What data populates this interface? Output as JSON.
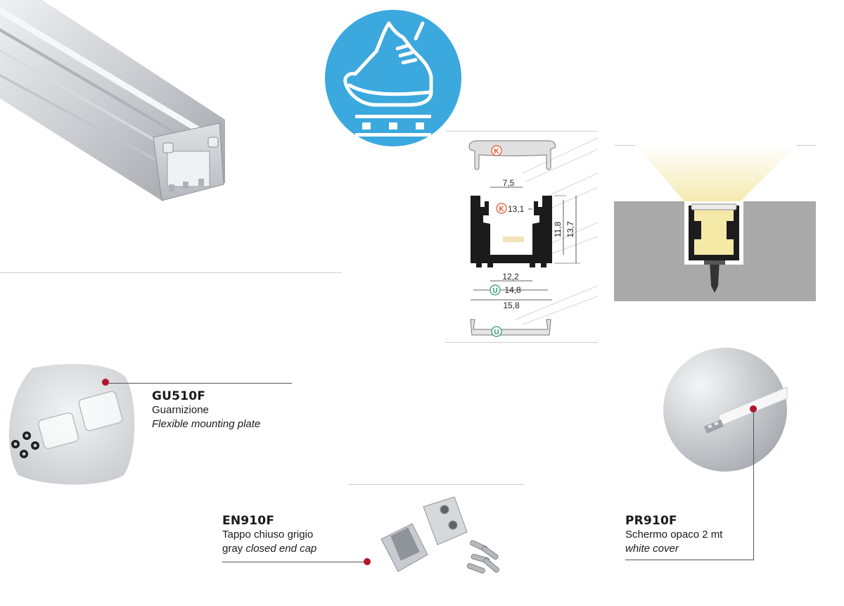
{
  "dimensions": {
    "cover_top": "7,5",
    "inner_height_k": "13,1",
    "height_1": "11,8",
    "height_2": "13,7",
    "base_width": "12,2",
    "width_u": "14,8",
    "outer_width": "15,8",
    "marker_k": "K",
    "marker_u": "U"
  },
  "accessories": {
    "gasket": {
      "code": "GU510F",
      "name_it": "Guarnizione",
      "name_en": "Flexible mounting plate"
    },
    "end_cap": {
      "code": "EN910F",
      "name_it": "Tappo chiuso grigio",
      "name_en_prefix": "gray ",
      "name_en": "closed end cap"
    },
    "cover": {
      "code": "PR910F",
      "name_it": "Schermo opaco 2 mt",
      "name_en": "white cover"
    }
  },
  "colors": {
    "accent_blue": "#3ba8de",
    "marker_red": "#b3152a",
    "dim_k": "#e2542b",
    "dim_u": "#2e9a6a"
  }
}
